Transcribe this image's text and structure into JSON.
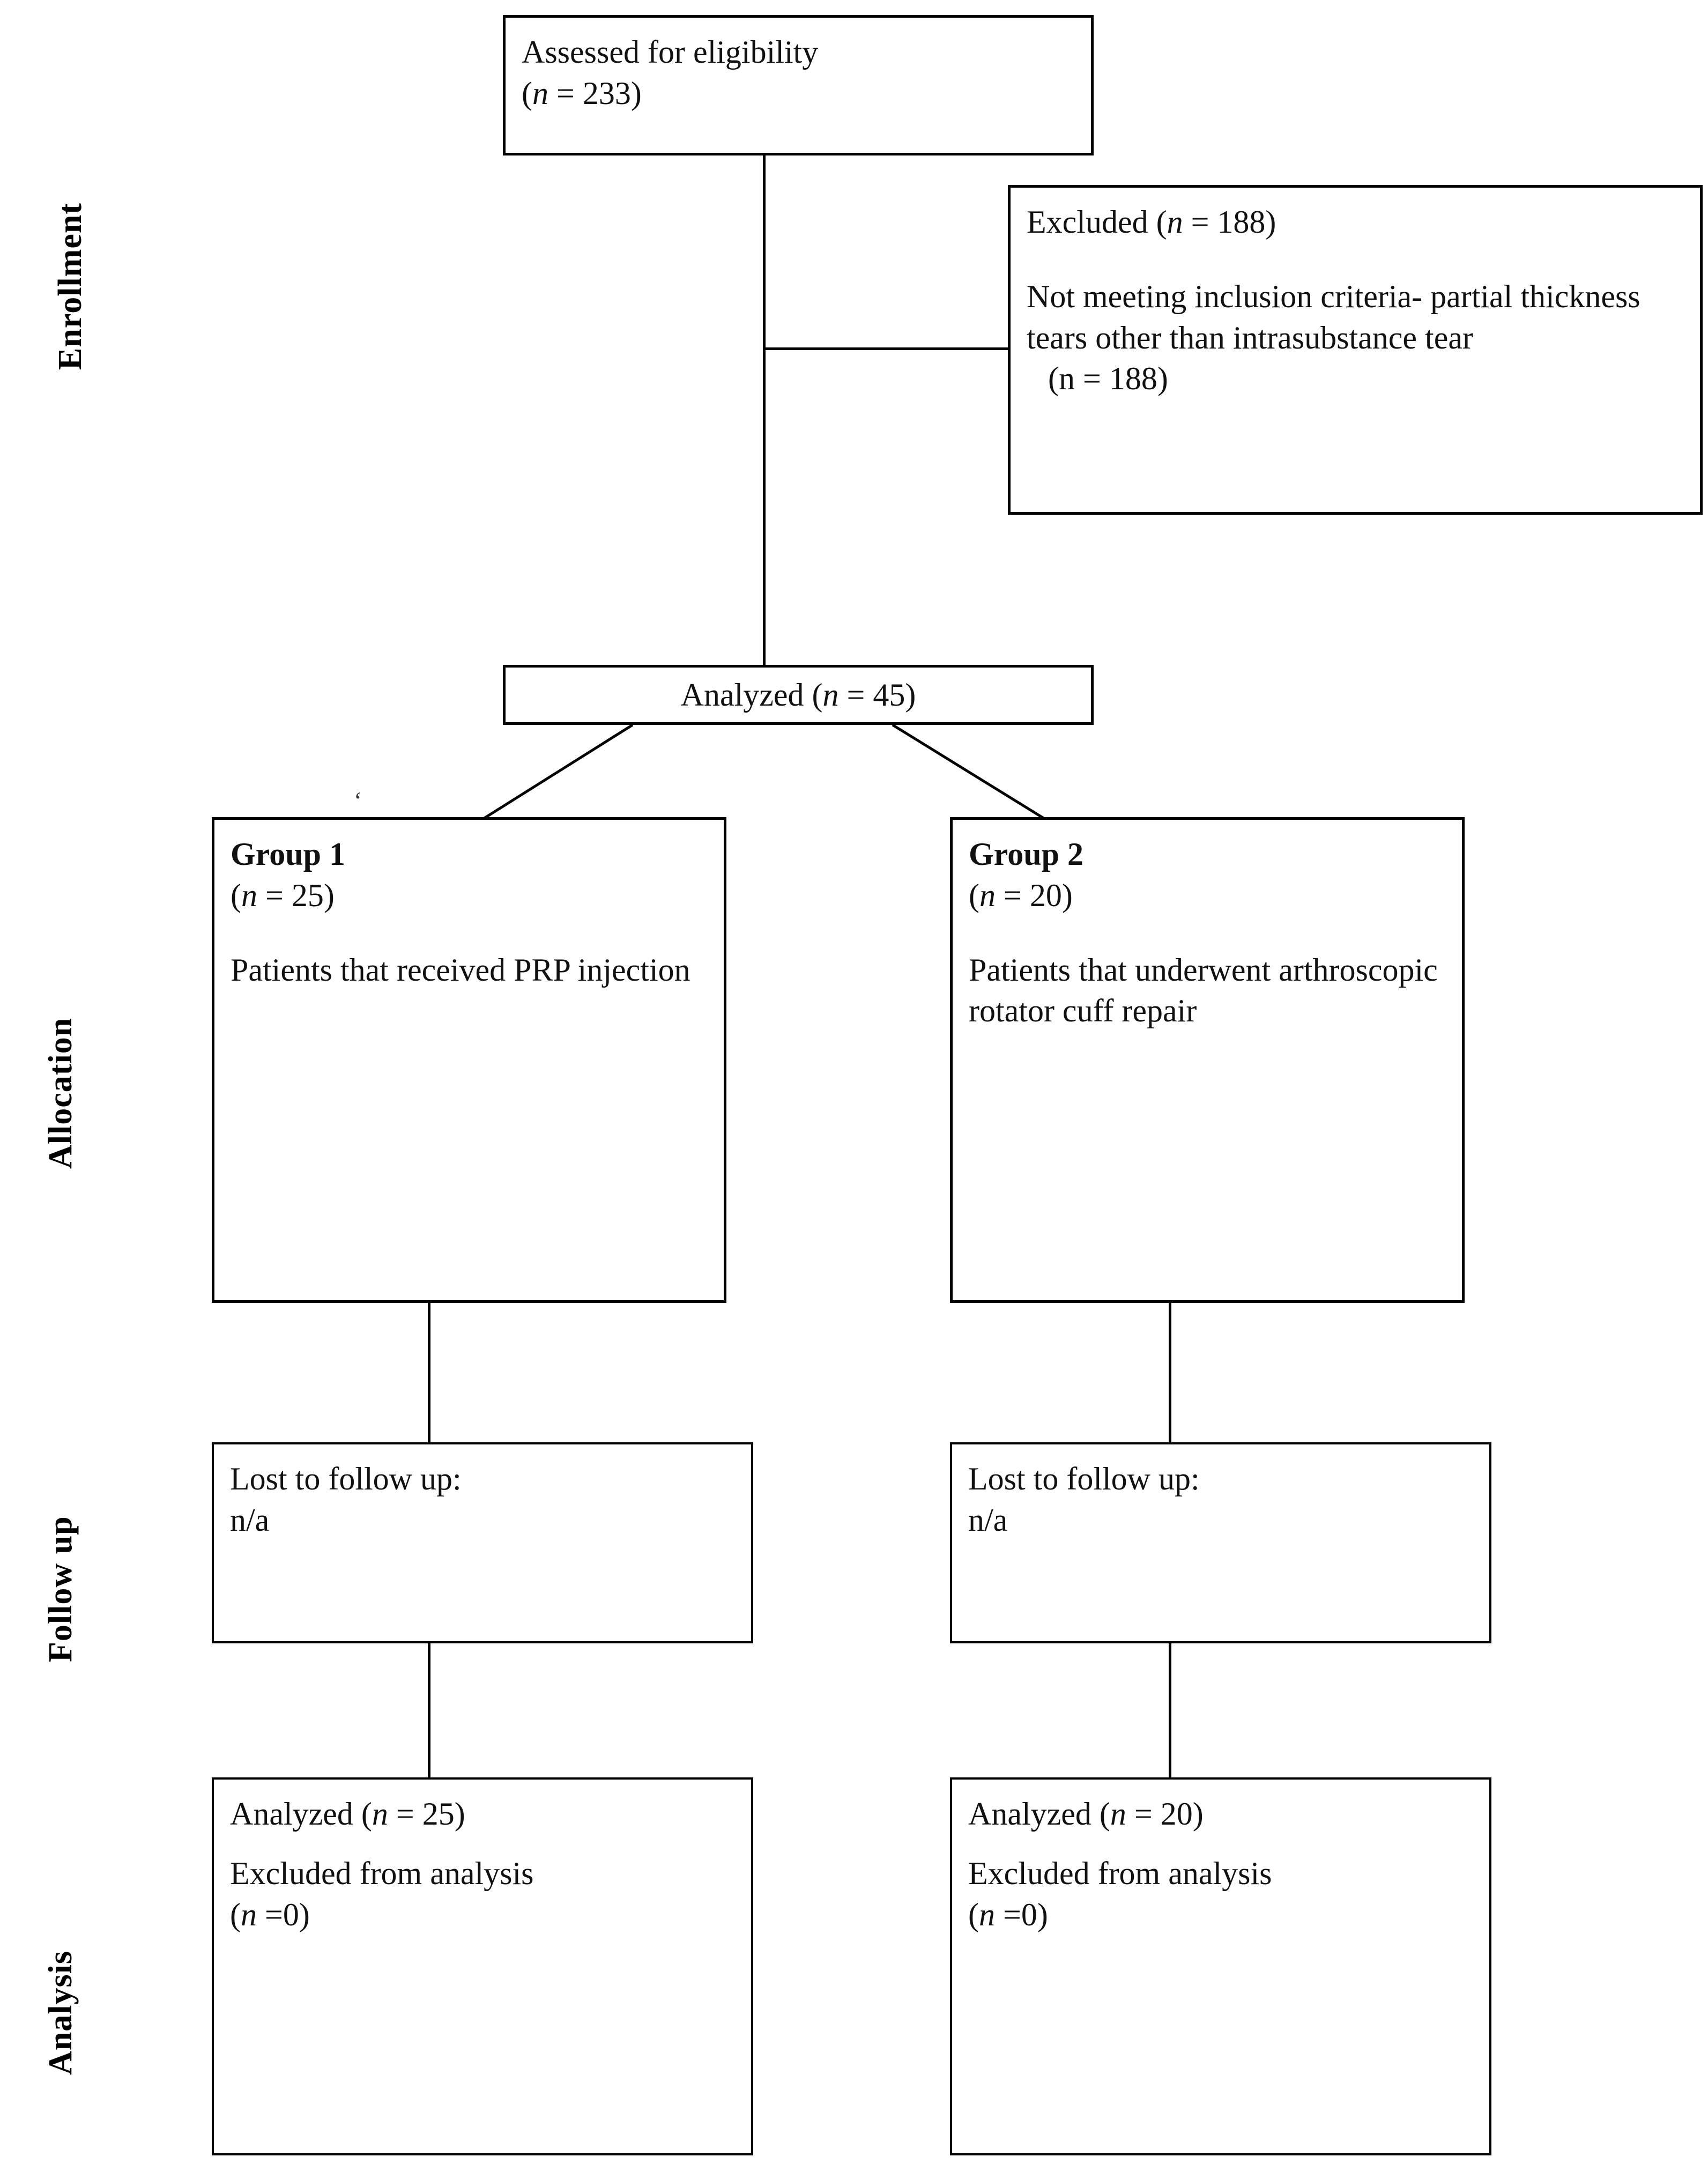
{
  "diagram": {
    "type": "consort-flow-diagram",
    "background_color": "#ffffff",
    "line_color": "#000000",
    "text_color": "#111111"
  },
  "stages": [
    {
      "id": "enrollment",
      "label": "Enrollment"
    },
    {
      "id": "allocation",
      "label": "Allocation"
    },
    {
      "id": "followup",
      "label": "Follow up"
    },
    {
      "id": "analysis",
      "label": "Analysis"
    }
  ],
  "boxes": {
    "assessed": {
      "line1": "Assessed for eligibility",
      "line2_prefix": "(",
      "line2_italic": "n",
      "line2_suffix": " = 233)"
    },
    "excluded": {
      "heading_prefix": "Excluded (",
      "heading_italic": "n",
      "heading_suffix": " = 188)",
      "reason": "Not meeting inclusion criteria- partial thickness tears other than intrasubstance tear",
      "count_line": "(n = 188)"
    },
    "analyzed_total": {
      "prefix": "Analyzed (",
      "italic": "n",
      "suffix": " = 45)"
    },
    "group1": {
      "title": "Group 1",
      "n_prefix": "(",
      "n_italic": "n",
      "n_suffix": " = 25)",
      "description": "Patients that received PRP injection"
    },
    "group2": {
      "title": "Group 2",
      "n_prefix": "(",
      "n_italic": "n",
      "n_suffix": " = 20)",
      "description": "Patients that underwent arthroscopic rotator cuff repair"
    },
    "followup_left": {
      "line1": "Lost to follow up:",
      "line2": "n/a"
    },
    "followup_right": {
      "line1": "Lost to follow up:",
      "line2": "n/a"
    },
    "analysis_left": {
      "analyzed_prefix": "Analyzed (",
      "analyzed_italic": "n",
      "analyzed_suffix": " = 25)",
      "excluded_line": "Excluded from analysis",
      "excluded_n_prefix": "(",
      "excluded_n_italic": "n",
      "excluded_n_suffix": " =0)"
    },
    "analysis_right": {
      "analyzed_prefix": "Analyzed (",
      "analyzed_italic": "n",
      "analyzed_suffix": " = 20)",
      "excluded_line": "Excluded from analysis",
      "excluded_n_prefix": "(",
      "excluded_n_italic": "n",
      "excluded_n_suffix": " =0)"
    }
  },
  "artifacts": {
    "stray_apostrophe": "‘"
  },
  "flow_data": {
    "assessed_for_eligibility": 233,
    "excluded_total": 188,
    "excluded_reason_count": 188,
    "analyzed_total": 45,
    "group1_n": 25,
    "group2_n": 20,
    "group1_lost_to_followup": "n/a",
    "group2_lost_to_followup": "n/a",
    "group1_analyzed": 25,
    "group2_analyzed": 20,
    "group1_excluded_from_analysis": 0,
    "group2_excluded_from_analysis": 0
  }
}
